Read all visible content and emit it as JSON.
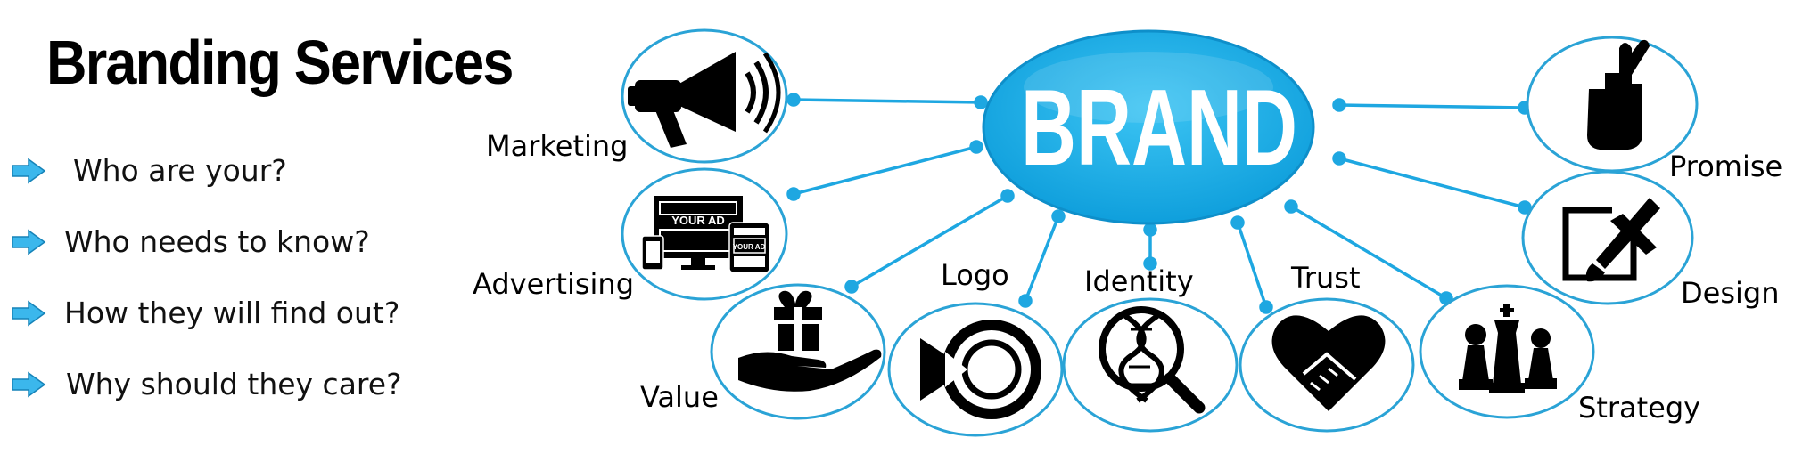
{
  "title": "Branding Services",
  "bullets": [
    {
      "text": "Who are your?"
    },
    {
      "text": "Who needs to know?"
    },
    {
      "text": "How they will find out?"
    },
    {
      "text": "Why should they care?"
    }
  ],
  "hub": {
    "label": "BRAND"
  },
  "nodes": {
    "marketing": {
      "label": "Marketing",
      "icon": "megaphone-icon"
    },
    "advertising": {
      "label": "Advertising",
      "icon": "devices-ad-icon",
      "ad_text": "YOUR AD"
    },
    "value": {
      "label": "Value",
      "icon": "gift-hand-icon"
    },
    "logo": {
      "label": "Logo",
      "icon": "play-circle-icon"
    },
    "identity": {
      "label": "Identity",
      "icon": "dna-magnifier-icon"
    },
    "trust": {
      "label": "Trust",
      "icon": "heart-handshake-icon"
    },
    "strategy": {
      "label": "Strategy",
      "icon": "chess-pieces-icon"
    },
    "promise": {
      "label": "Promise",
      "icon": "crossed-fingers-icon"
    },
    "design": {
      "label": "Design",
      "icon": "pen-brush-icon"
    }
  },
  "colors": {
    "accent": "#1ea7e1",
    "hub_fill": "#16aee8",
    "circle_stroke": "#2aa3d6",
    "icon": "#000000"
  }
}
